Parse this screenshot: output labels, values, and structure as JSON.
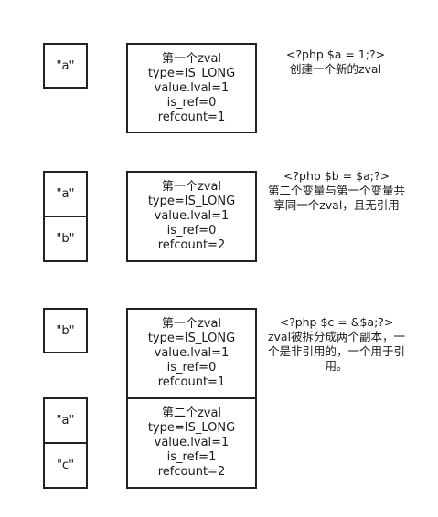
{
  "sections": [
    {
      "vars": [
        "\"a\""
      ],
      "zvals": [
        {
          "lines": [
            "第一个zval",
            "type=IS_LONG",
            "value.lval=1",
            "is_ref=0",
            "refcount=1"
          ]
        }
      ],
      "note": [
        "<?php $a = 1;?>",
        "创建一个新的zval"
      ]
    },
    {
      "vars": [
        "\"a\"",
        "\"b\""
      ],
      "zvals": [
        {
          "lines": [
            "第一个zval",
            "type=IS_LONG",
            "value.lval=1",
            "is_ref=0",
            "refcount=2"
          ]
        }
      ],
      "note": [
        "<?php $b = $a;?>",
        "第二个变量与第一个变量共",
        "享同一个zval，且无引用"
      ]
    },
    {
      "vars": [
        "\"b\"",
        "\"a\"",
        "\"c\""
      ],
      "zvals": [
        {
          "lines": [
            "第一个zval",
            "type=IS_LONG",
            "value.lval=1",
            "is_ref=0",
            "refcount=1"
          ]
        },
        {
          "lines": [
            "第二个zval",
            "type=IS_LONG",
            "value.lval=1",
            "is_ref=1",
            "refcount=2"
          ]
        }
      ],
      "note": [
        "<?php $c = &$a;?>",
        "zval被拆分成两个副本，一",
        "个是非引用的，一个用于引",
        "用。"
      ]
    }
  ]
}
